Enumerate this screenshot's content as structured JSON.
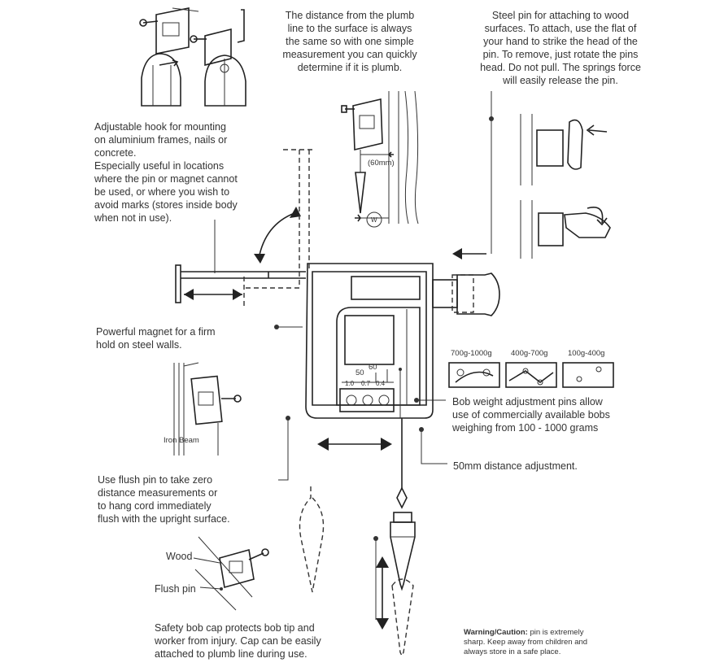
{
  "callouts": {
    "distance": [
      "The distance from the plumb",
      "line to the surface is always",
      "the same so with one simple",
      "measurement you can quickly",
      "determine if it is plumb."
    ],
    "steel_pin": [
      "Steel pin for attaching to wood",
      "surfaces. To attach, use the flat of",
      "your hand to strike the head of the",
      "pin. To remove, just rotate the pins",
      "head. Do not pull. The springs force",
      "will easily release the pin."
    ],
    "hook": [
      "Adjustable hook for mounting",
      "on aluminium frames, nails or",
      "concrete.",
      "Especially useful in locations",
      "where the pin or magnet cannot",
      "be used, or where you wish to",
      "avoid marks (stores inside body",
      "when not in use)."
    ],
    "magnet": [
      "Powerful magnet for a firm",
      "hold on steel walls."
    ],
    "bob_weight": [
      "Bob weight adjustment pins allow",
      "use of commercially available bobs",
      "weighing from 100 - 1000 grams"
    ],
    "distance_adjust": "50mm distance adjustment.",
    "flush": [
      "Use flush pin to take zero",
      "distance measurements or",
      "to hang cord immediately",
      "flush with the upright surface."
    ],
    "safety": [
      "Safety bob cap protects bob tip and",
      "worker from injury. Cap can be easily",
      "attached to plumb line during use."
    ]
  },
  "labels": {
    "iron_beam": "Iron Beam",
    "wood": "Wood",
    "flush_pin": "Flush pin",
    "mm60": "(60mm)",
    "w": "W"
  },
  "weights": [
    "700g-1000g",
    "400g-700g",
    "100g-400g"
  ],
  "scale": {
    "top": "60",
    "mid": "50",
    "row": [
      "1.0",
      "0.7",
      "0.4"
    ]
  },
  "warning": {
    "bold": "Warning/Caution:",
    "first": " pin is extremely",
    "rest": [
      "sharp. Keep away from children and",
      "always store in a safe place."
    ]
  }
}
